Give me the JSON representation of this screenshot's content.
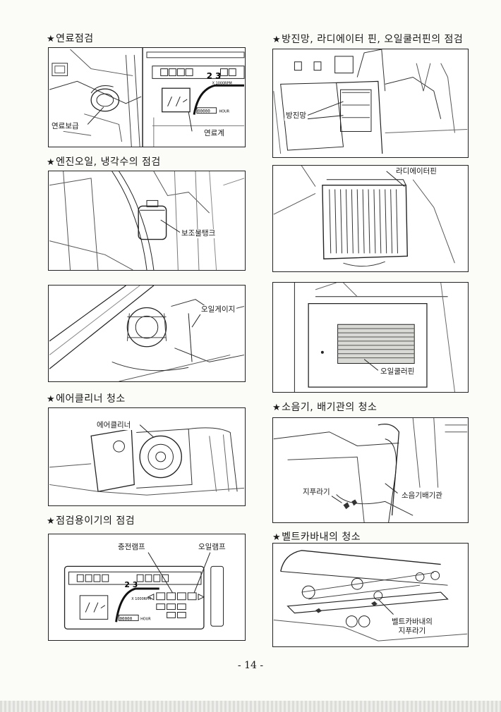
{
  "sections": {
    "fuel": {
      "title": "연료점검",
      "labels": {
        "fuel_cap": "연료보급",
        "fuel_gauge": "연료계"
      },
      "panel": {
        "rpm_scale": "X 1000RPM",
        "hour": "HOUR",
        "hour_digits": "00000"
      }
    },
    "engine_oil": {
      "title": "엔진오일, 냉각수의 점검",
      "labels": {
        "reserve_tank": "보조물탱크",
        "oil_gauge": "오일게이지"
      }
    },
    "air_cleaner": {
      "title": "에어클리너 청소",
      "labels": {
        "air_cleaner": "에어클리너"
      }
    },
    "inspection": {
      "title": "점검용이기의 점검",
      "labels": {
        "charge_lamp": "충전램프",
        "oil_lamp": "오일램프"
      },
      "panel": {
        "rpm_scale": "X 1000RPM",
        "hour": "HOUR",
        "hour_digits": "00000"
      }
    },
    "screen": {
      "title": "방진망, 라디에이터 핀, 오일쿨러핀의 점검",
      "labels": {
        "dust_net": "방진망",
        "radiator_fin": "라디에이터핀",
        "oil_cooler_fin": "오일쿨러핀"
      }
    },
    "muffler": {
      "title": "소음기, 배기관의 청소",
      "labels": {
        "support_roller": "지푸라기",
        "muffler_pipe": "소음기배기관"
      }
    },
    "belt": {
      "title": "벨트카바내의 청소",
      "labels": {
        "belt_cover_straw": "벨트카바내의\n지푸라기"
      }
    }
  },
  "star_symbol": "★",
  "page_number": "- 14 -"
}
